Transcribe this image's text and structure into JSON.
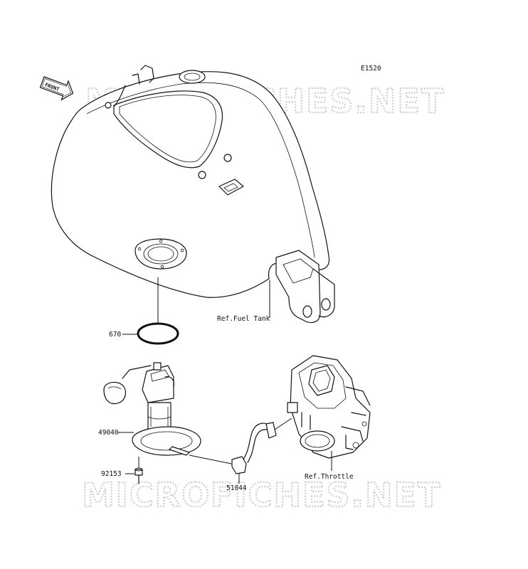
{
  "diagram": {
    "code": "E1520",
    "front_badge": "FRONT",
    "watermark_top": "MICROFICHES.NET",
    "watermark_bottom": "MICROFICHES.NET",
    "references": {
      "fuel_tank": "Ref.Fuel Tank",
      "throttle": "Ref.Throttle"
    },
    "parts": [
      {
        "number": "670"
      },
      {
        "number": "49040"
      },
      {
        "number": "92153"
      },
      {
        "number": "51044"
      }
    ]
  }
}
